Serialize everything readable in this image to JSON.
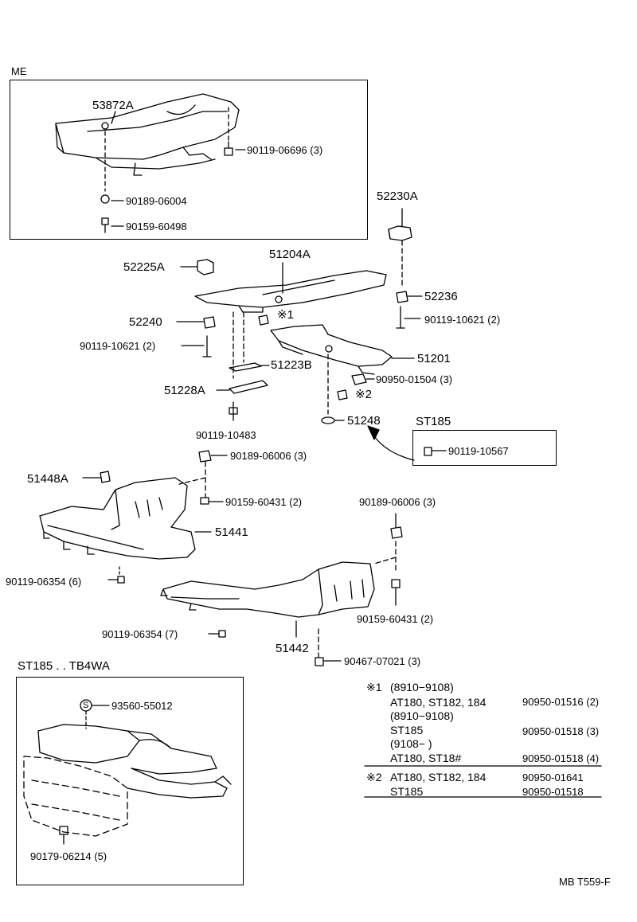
{
  "boxes": {
    "me_title": "ME",
    "st185_title": "ST185",
    "st185_tb4wa_title": "ST185 . . TB4WA"
  },
  "labels": {
    "p53872A": "53872A",
    "p90119_06696": "90119-06696 (3)",
    "p90189_06004": "90189-06004",
    "p90159_60498": "90159-60498",
    "p52230A": "52230A",
    "p52225A": "52225A",
    "p51204A": "51204A",
    "p52236": "52236",
    "p52240": "52240",
    "p90119_10621_r": "90119-10621 (2)",
    "p90119_10621_l": "90119-10621 (2)",
    "ref1": "※1",
    "p51201": "51201",
    "p51223B": "51223B",
    "p90950_01504": "90950-01504 (3)",
    "ref2": "※2",
    "p51228A": "51228A",
    "p51248": "51248",
    "p90119_10483": "90119-10483",
    "p90119_10567": "90119-10567",
    "p90189_06006_a": "90189-06006 (3)",
    "p51448A": "51448A",
    "p90159_60431_a": "90159-60431 (2)",
    "p90189_06006_b": "90189-06006 (3)",
    "p51441": "51441",
    "p90119_06354_a": "90119-06354 (6)",
    "p90119_06354_b": "90119-06354 (7)",
    "p90159_60431_b": "90159-60431 (2)",
    "p51442": "51442",
    "p90467_07021": "90467-07021 (3)",
    "s_mark": "S",
    "p93560_55012": "93560-55012",
    "p90179_06214": "90179-06214 (5)"
  },
  "notes": {
    "n1_mark": "※1",
    "n1_l1": "(8910−9108)",
    "n1_l2_model": "AT180, ST182, 184",
    "n1_l2_part": "90950-01516 (2)",
    "n1_l3": "(8910−9108)",
    "n1_l4_model": "ST185",
    "n1_l4_part": "90950-01518 (3)",
    "n1_l5": "(9108−          )",
    "n1_l6_model": "AT180, ST18#",
    "n1_l6_part": "90950-01518 (4)",
    "n2_mark": "※2",
    "n2_l1_model": "AT180, ST182, 184",
    "n2_l1_part": "90950-01641",
    "n2_l2_model": "ST185",
    "n2_l2_part": "90950-01518"
  },
  "footer": {
    "code": "MB T559-F"
  }
}
